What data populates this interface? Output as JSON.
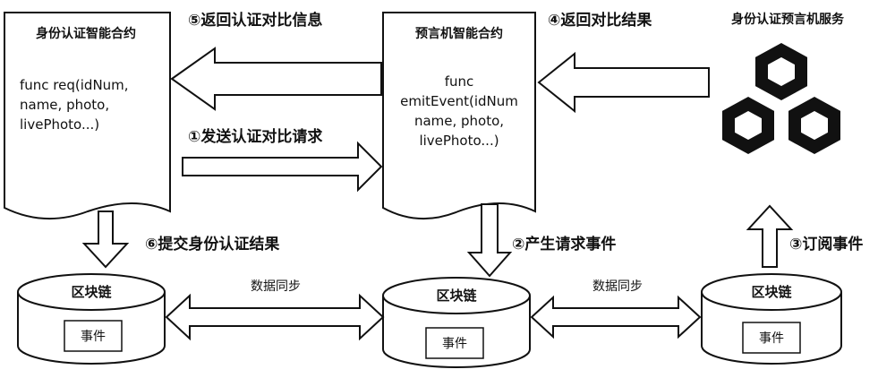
{
  "contract_left": {
    "title": "身份认证智能合约",
    "code_lines": [
      "func req(idNum,",
      "name, photo,",
      "livePhoto...)"
    ]
  },
  "contract_mid": {
    "title": "预言机智能合约",
    "code_lines": [
      "func",
      "emitEvent(idNum",
      "name, photo,",
      "livePhoto...)"
    ]
  },
  "oracle_service": {
    "title": "身份认证预言机服务",
    "icon": "hexagon-cluster-icon"
  },
  "steps": {
    "s1": "①发送认证对比请求",
    "s2": "②产生请求事件",
    "s3": "③订阅事件",
    "s4": "④返回对比结果",
    "s5": "⑤返回认证对比信息",
    "s6": "⑥提交身份认证结果"
  },
  "blockchains": [
    {
      "label": "区块链",
      "event": "事件"
    },
    {
      "label": "区块链",
      "event": "事件"
    },
    {
      "label": "区块链",
      "event": "事件"
    }
  ],
  "sync_labels": [
    "数据同步",
    "数据同步"
  ]
}
